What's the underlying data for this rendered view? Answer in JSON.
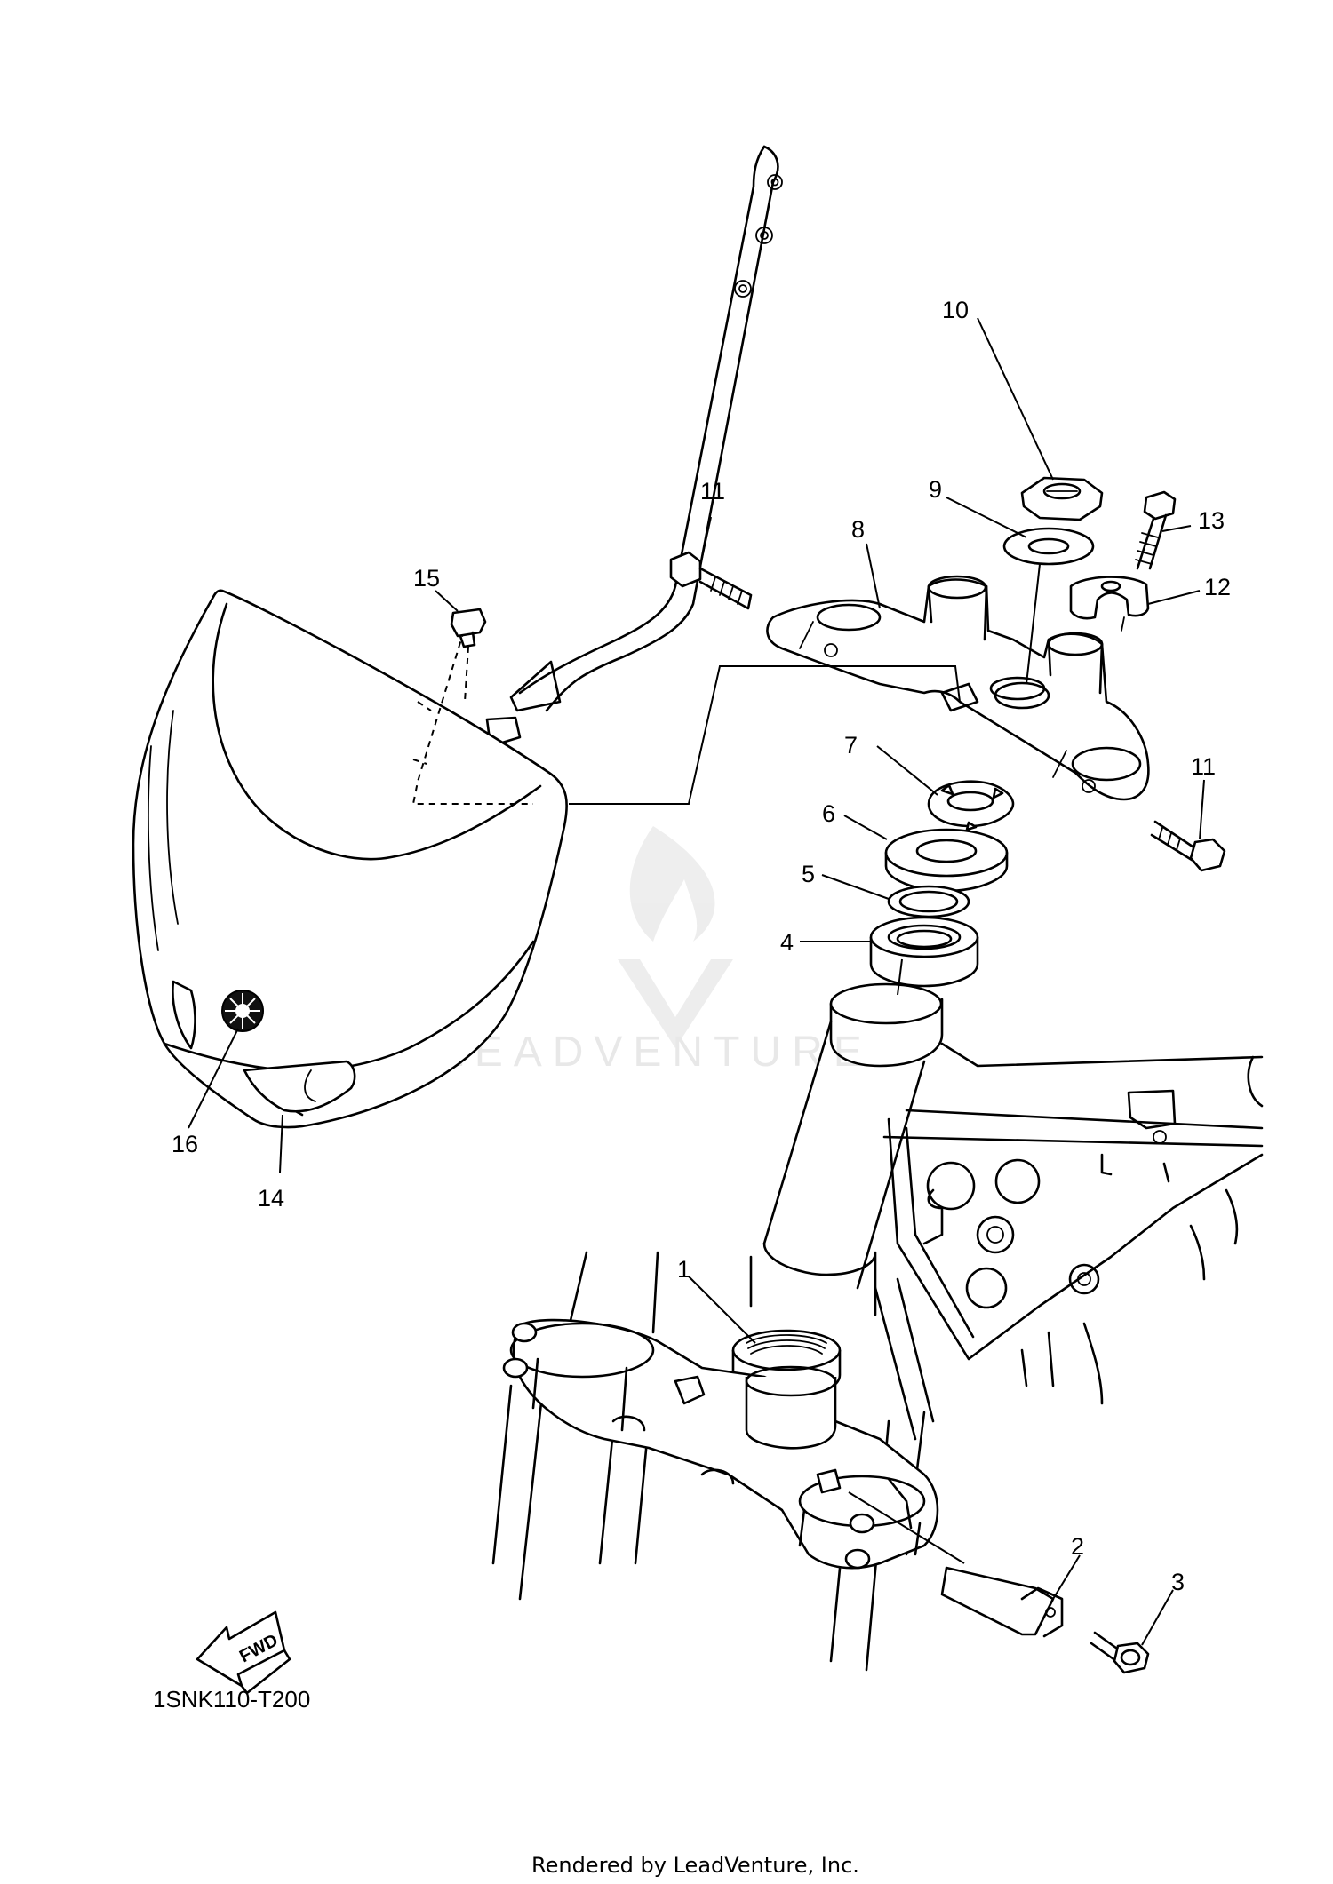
{
  "diagram": {
    "callouts": [
      {
        "id": "1",
        "label": "1"
      },
      {
        "id": "2",
        "label": "2"
      },
      {
        "id": "3",
        "label": "3"
      },
      {
        "id": "4",
        "label": "4"
      },
      {
        "id": "5",
        "label": "5"
      },
      {
        "id": "6",
        "label": "6"
      },
      {
        "id": "7",
        "label": "7"
      },
      {
        "id": "8",
        "label": "8"
      },
      {
        "id": "9",
        "label": "9"
      },
      {
        "id": "10",
        "label": "10"
      },
      {
        "id": "11a",
        "label": "11"
      },
      {
        "id": "11b",
        "label": "11"
      },
      {
        "id": "12",
        "label": "12"
      },
      {
        "id": "13",
        "label": "13"
      },
      {
        "id": "14",
        "label": "14"
      },
      {
        "id": "15",
        "label": "15"
      },
      {
        "id": "16",
        "label": "16"
      }
    ],
    "fwd_label": "FWD",
    "diagram_code": "1SNK110-T200",
    "watermark": "LEADVENTURE",
    "footer": "Rendered by LeadVenture, Inc."
  }
}
